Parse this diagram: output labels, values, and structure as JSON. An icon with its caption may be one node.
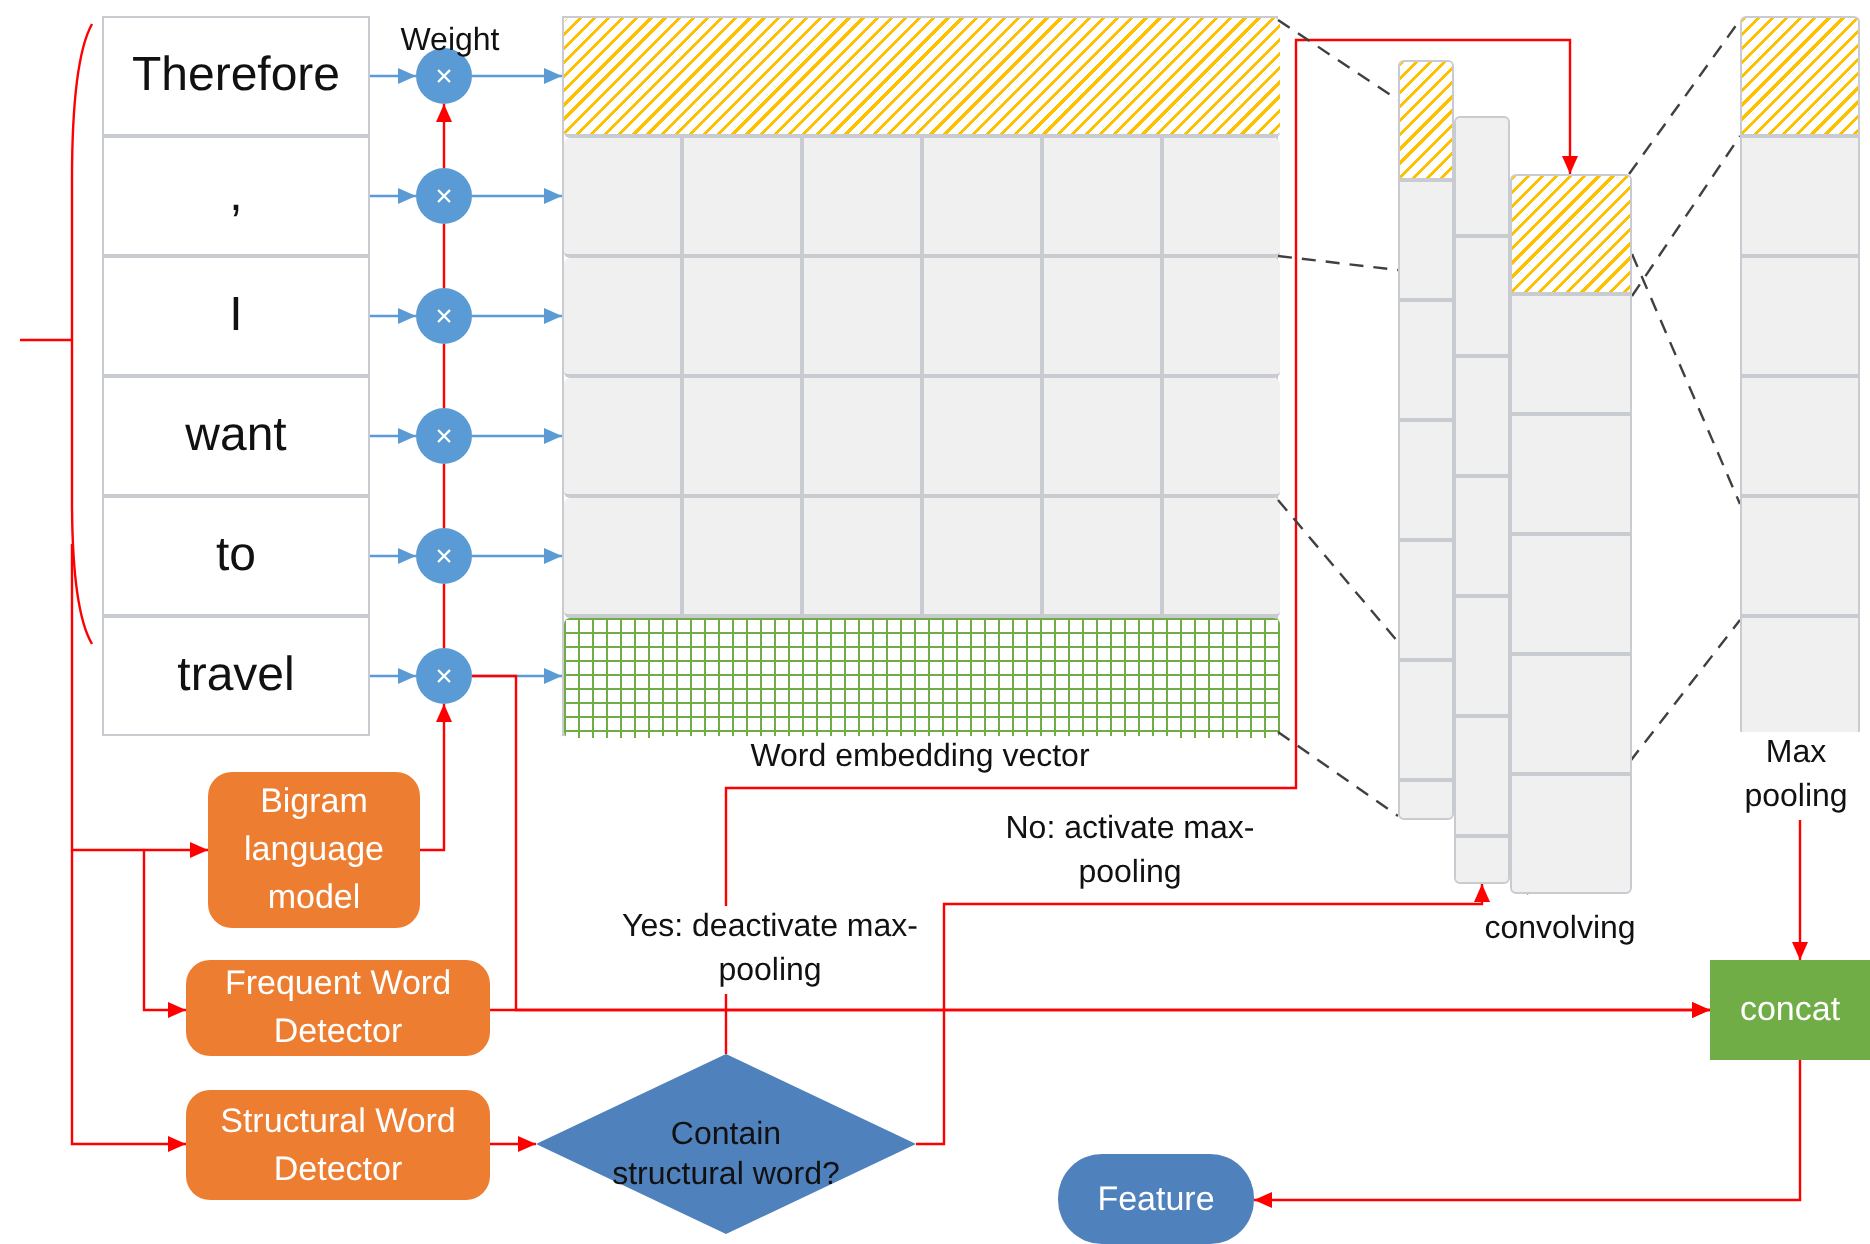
{
  "diagram": {
    "nodes": [
      {
        "text": [
          "Therefore"
        ]
      },
      {
        "text": [
          ","
        ]
      },
      {
        "text": [
          "I"
        ]
      },
      {
        "text": [
          "want"
        ]
      },
      {
        "text": [
          "to"
        ]
      },
      {
        "text": [
          "travel"
        ]
      },
      {
        "text": [
          "×"
        ]
      },
      {
        "text": [
          "×"
        ]
      },
      {
        "text": [
          "×"
        ]
      },
      {
        "text": [
          "×"
        ]
      },
      {
        "text": [
          "×"
        ]
      },
      {
        "text": [
          "×"
        ]
      },
      {
        "text": [],
        "shape": "box",
        "beside": [
          "Word embedding vector"
        ]
      },
      {
        "text": [],
        "shape": "bar",
        "in": 12
      },
      {
        "text": [],
        "shape": "bar",
        "in": 12
      },
      {
        "text": [],
        "shape": "bar",
        "in": 12
      },
      {
        "text": [],
        "shape": "bar",
        "in": 12
      },
      {
        "text": [],
        "shape": "bar",
        "in": 12
      },
      {
        "text": [],
        "shape": "bar",
        "in": 12
      },
      {
        "text": [],
        "shape": "bar"
      },
      {
        "text": [],
        "shape": "bar"
      },
      {
        "text": [],
        "shape": "bar",
        "beside": [
          "convolving"
        ]
      },
      {
        "text": [],
        "shape": "bar",
        "beside": [
          "Max pooling"
        ]
      },
      {
        "text": [
          "Bigram language model"
        ]
      },
      {
        "text": [
          "Frequent Word Detector"
        ]
      },
      {
        "text": [
          "Structural Word Detector"
        ]
      },
      {
        "text": [
          "Contain structural word?"
        ]
      },
      {
        "text": [
          "concat"
        ]
      },
      {
        "text": [
          "Feature"
        ]
      }
    ],
    "edges": [
      {
        "from": 0,
        "to": 6,
        "arrow": "to",
        "color": "#5b9bd5"
      },
      {
        "from": 1,
        "to": 7,
        "arrow": "to",
        "color": "#5b9bd5"
      },
      {
        "from": 2,
        "to": 8,
        "arrow": "to",
        "color": "#5b9bd5"
      },
      {
        "from": 3,
        "to": 9,
        "arrow": "to",
        "color": "#5b9bd5"
      },
      {
        "from": 4,
        "to": 10,
        "arrow": "to",
        "color": "#5b9bd5"
      },
      {
        "from": 5,
        "to": 11,
        "arrow": "to",
        "color": "#5b9bd5"
      },
      {
        "from": 6,
        "to": 13,
        "arrow": "to",
        "color": "#5b9bd5"
      },
      {
        "from": 7,
        "to": 14,
        "arrow": "to",
        "color": "#5b9bd5"
      },
      {
        "from": 8,
        "to": 15,
        "arrow": "to",
        "color": "#5b9bd5"
      },
      {
        "from": 9,
        "to": 16,
        "arrow": "to",
        "color": "#5b9bd5"
      },
      {
        "from": 10,
        "to": 17,
        "arrow": "to",
        "color": "#5b9bd5"
      },
      {
        "from": 11,
        "to": 18,
        "arrow": "to",
        "color": "#5b9bd5"
      },
      {
        "from": null,
        "to": 23,
        "arrow": "to",
        "color": "#ff0000"
      },
      {
        "from": null,
        "to": 24,
        "arrow": "to",
        "color": "#ff0000"
      },
      {
        "from": null,
        "to": 25,
        "arrow": "to",
        "color": "#ff0000"
      },
      {
        "from": 23,
        "to": 11,
        "arrow": "to",
        "color": "#ff0000"
      },
      {
        "from": 11,
        "to": 10,
        "arrow": "none",
        "color": "#ff0000"
      },
      {
        "from": 10,
        "to": 9,
        "arrow": "none",
        "color": "#ff0000"
      },
      {
        "from": 9,
        "to": 8,
        "arrow": "none",
        "color": "#ff0000"
      },
      {
        "from": 8,
        "to": 7,
        "arrow": "none",
        "color": "#ff0000"
      },
      {
        "from": 7,
        "to": 6,
        "arrow": "to",
        "color": "#ff0000"
      },
      {
        "from": 24,
        "to": 27,
        "arrow": "to",
        "color": "#ff0000"
      },
      {
        "from": 11,
        "to": 27,
        "arrow": "to",
        "color": "#ff0000"
      },
      {
        "from": 22,
        "to": 27,
        "arrow": "to",
        "color": "#ff0000"
      },
      {
        "from": 27,
        "to": 28,
        "arrow": "to",
        "color": "#ff0000"
      },
      {
        "from": 25,
        "to": 26,
        "arrow": "to",
        "color": "#ff0000"
      },
      {
        "from": 26,
        "to": 21,
        "arrow": "to",
        "label": "Yes: deactivate max-pooling",
        "color": "#ff0000"
      },
      {
        "from": 26,
        "to": 20,
        "arrow": "to",
        "label": "No: activate max-pooling",
        "color": "#ff0000"
      },
      {
        "from": 12,
        "to": 19,
        "arrow": "none",
        "style": "dashed",
        "color": "#404040"
      },
      {
        "from": 12,
        "to": 19,
        "arrow": "none",
        "style": "dashed",
        "color": "#404040"
      },
      {
        "from": 12,
        "to": 19,
        "arrow": "none",
        "style": "dashed",
        "color": "#404040"
      },
      {
        "from": 12,
        "to": 19,
        "arrow": "none",
        "style": "dashed",
        "color": "#404040"
      },
      {
        "from": 21,
        "to": 22,
        "arrow": "none",
        "style": "dashed",
        "color": "#404040"
      },
      {
        "from": 21,
        "to": 22,
        "arrow": "none",
        "style": "dashed",
        "color": "#404040"
      },
      {
        "from": 21,
        "to": 22,
        "arrow": "none",
        "style": "dashed",
        "color": "#404040"
      },
      {
        "from": 21,
        "to": 22,
        "arrow": "none",
        "style": "dashed",
        "color": "#404040"
      }
    ],
    "labels": [
      "Weight"
    ]
  }
}
